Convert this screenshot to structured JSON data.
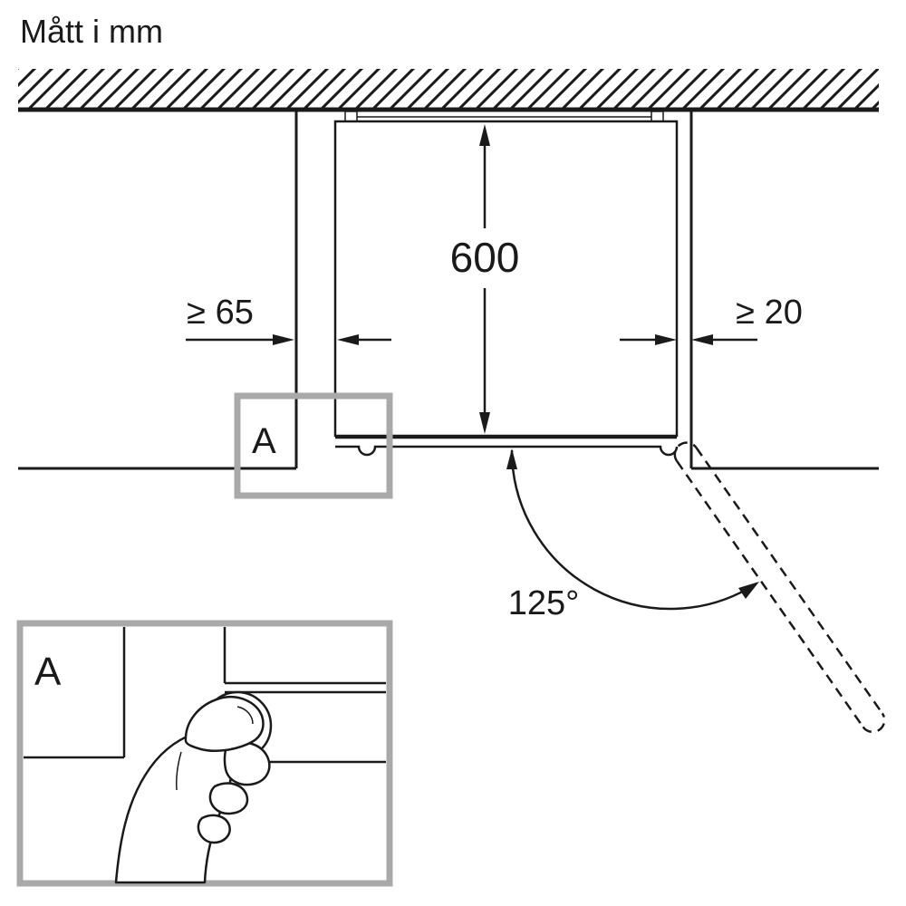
{
  "title": "Mått i mm",
  "diagram": {
    "depth_dim": "600",
    "left_clearance_dim": "≥ 65",
    "right_clearance_dim": "≥ 20",
    "door_opening_angle": "125°",
    "detail_marker_label": "A"
  },
  "detail_inset": {
    "label": "A"
  },
  "colors": {
    "line": "#1a1a1a",
    "callout_border": "#a9a9a9",
    "background": "#ffffff"
  }
}
